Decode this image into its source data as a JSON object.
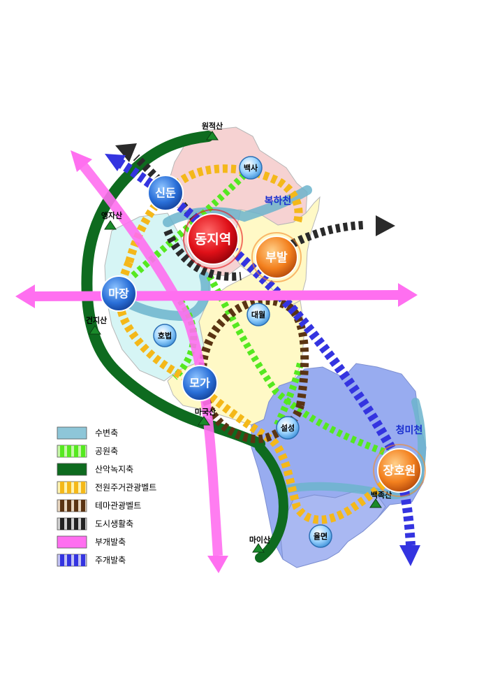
{
  "legend": [
    {
      "id": "waterfront",
      "label": "수변축",
      "color": "#8ec6d8"
    },
    {
      "id": "park",
      "label": "공원축",
      "color": "#77ee44"
    },
    {
      "id": "mountain",
      "label": "산악녹지축",
      "color": "#0e6b1f"
    },
    {
      "id": "rural-tour",
      "label": "전원주거관광벨트",
      "color": "#f4b81a"
    },
    {
      "id": "theme-tour",
      "label": "테마관광벨트",
      "color": "#5a3413"
    },
    {
      "id": "urban-life",
      "label": "도시생활축",
      "color": "#222222"
    },
    {
      "id": "sub-dev",
      "label": "부개발축",
      "color": "#ff6ff0"
    },
    {
      "id": "main-dev",
      "label": "주개발축",
      "color": "#3434e0"
    }
  ],
  "hubs": {
    "dongjiyeok": {
      "label": "동지역",
      "color": "#e8141b"
    },
    "bubal": {
      "label": "부발",
      "color": "#f58a2a"
    },
    "janghowon": {
      "label": "장호원",
      "color": "#f58a2a"
    },
    "sindun": {
      "label": "신둔",
      "color": "#2a6fd8"
    },
    "majang": {
      "label": "마장",
      "color": "#2a6fd8"
    },
    "moga": {
      "label": "모가",
      "color": "#2a6fd8"
    }
  },
  "small_nodes": {
    "baeksa": "백사",
    "daewol": "대월",
    "hobeop": "호법",
    "seolseong": "설성",
    "yulmyeon": "율면"
  },
  "mountains": {
    "wonjeoksan": "원적산",
    "aenggisan": "앵자산",
    "geonjisan": "건지산",
    "maguksan": "마국산",
    "maisan": "마이산",
    "baekjoksan": "백족산"
  },
  "streams": {
    "bokhacheon": "복하천",
    "cheongmicheon": "청미천"
  }
}
